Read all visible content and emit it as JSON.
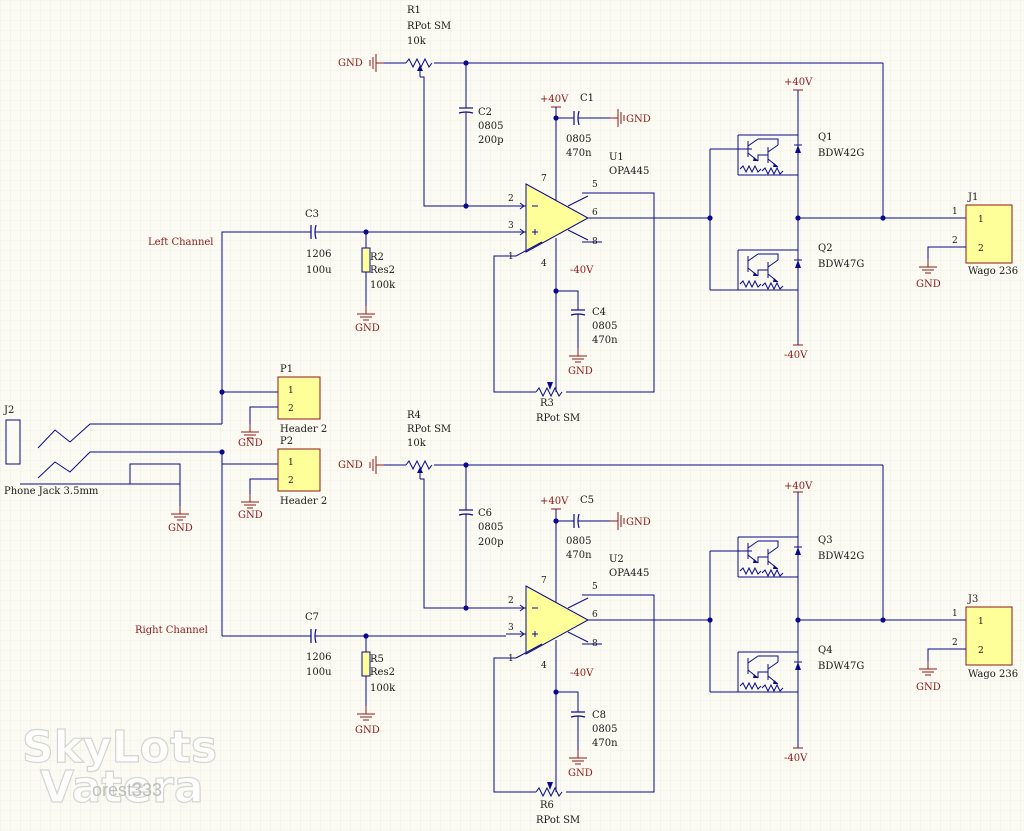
{
  "schematic": {
    "channels": [
      {
        "label": "Left Channel"
      },
      {
        "label": "Right Channel"
      }
    ],
    "components": {
      "R1": {
        "ref": "R1",
        "type": "RPot SM",
        "value": "10k"
      },
      "R2": {
        "ref": "R2",
        "type": "Res2",
        "value": "100k"
      },
      "R3": {
        "ref": "R3",
        "type": "RPot SM"
      },
      "R4": {
        "ref": "R4",
        "type": "RPot SM",
        "value": "10k"
      },
      "R5": {
        "ref": "R5",
        "type": "Res2",
        "value": "100k"
      },
      "R6": {
        "ref": "R6",
        "type": "RPot SM"
      },
      "C1": {
        "ref": "C1",
        "pkg": "0805",
        "value": "470n"
      },
      "C2": {
        "ref": "C2",
        "pkg": "0805",
        "value": "200p"
      },
      "C3": {
        "ref": "C3",
        "pkg": "1206",
        "value": "100u"
      },
      "C4": {
        "ref": "C4",
        "pkg": "0805",
        "value": "470n"
      },
      "C5": {
        "ref": "C5",
        "pkg": "0805",
        "value": "470n"
      },
      "C6": {
        "ref": "C6",
        "pkg": "0805",
        "value": "200p"
      },
      "C7": {
        "ref": "C7",
        "pkg": "1206",
        "value": "100u"
      },
      "C8": {
        "ref": "C8",
        "pkg": "0805",
        "value": "470n"
      },
      "U1": {
        "ref": "U1",
        "part": "OPA445"
      },
      "U2": {
        "ref": "U2",
        "part": "OPA445"
      },
      "Q1": {
        "ref": "Q1",
        "part": "BDW42G"
      },
      "Q2": {
        "ref": "Q2",
        "part": "BDW47G"
      },
      "Q3": {
        "ref": "Q3",
        "part": "BDW42G"
      },
      "Q4": {
        "ref": "Q4",
        "part": "BDW47G"
      },
      "J1": {
        "ref": "J1",
        "part": "Wago 236"
      },
      "J2": {
        "ref": "J2",
        "part": "Phone Jack 3.5mm"
      },
      "J3": {
        "ref": "J3",
        "part": "Wago 236"
      },
      "P1": {
        "ref": "P1",
        "part": "Header 2"
      },
      "P2": {
        "ref": "P2",
        "part": "Header 2"
      }
    },
    "nets": {
      "gnd": "GND",
      "vpos": "+40V",
      "vneg": "-40V"
    },
    "opamp_pins": {
      "inv": "2",
      "noninv": "3",
      "out": "6",
      "p1": "1",
      "p4": "4",
      "p5": "5",
      "p7": "7",
      "p8": "8"
    },
    "conn_pins": {
      "p1": "1",
      "p2": "2"
    }
  },
  "watermark": {
    "line1": "SkyLots",
    "line2": "Vatera",
    "user": "orest333"
  }
}
